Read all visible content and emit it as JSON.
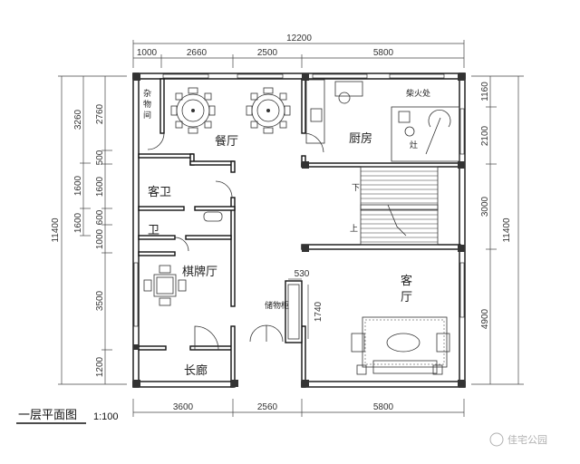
{
  "plan": {
    "title": "一层平面图",
    "scale": "1:100",
    "watermark": "佳宅公园"
  },
  "dimensions": {
    "top_total": "12200",
    "top_segments": [
      "1000",
      "2660",
      "2500",
      "5800"
    ],
    "bottom_segments": [
      "3600",
      "2560",
      "5800"
    ],
    "left_total": "11400",
    "left_outer": [
      "3260",
      "1600",
      "1600"
    ],
    "left_inner": [
      "2760",
      "500",
      "1600",
      "600",
      "1000",
      "3500",
      "1200"
    ],
    "right_total": "11400",
    "right_segments": [
      "1160",
      "2100",
      "3000",
      "4900"
    ],
    "cabinet_width": "530",
    "cabinet_height": "1740"
  },
  "rooms": {
    "storage": "杂物间",
    "dining": "餐厅",
    "kitchen": "厨房",
    "firewood": "柴火处",
    "stove": "灶",
    "guest_bath": "客卫",
    "bath": "卫",
    "chess_room": "棋牌厅",
    "living": "客厅",
    "hallway": "长廊",
    "storage_cabinet": "储物柜",
    "stair_down": "下",
    "stair_up": "上"
  }
}
